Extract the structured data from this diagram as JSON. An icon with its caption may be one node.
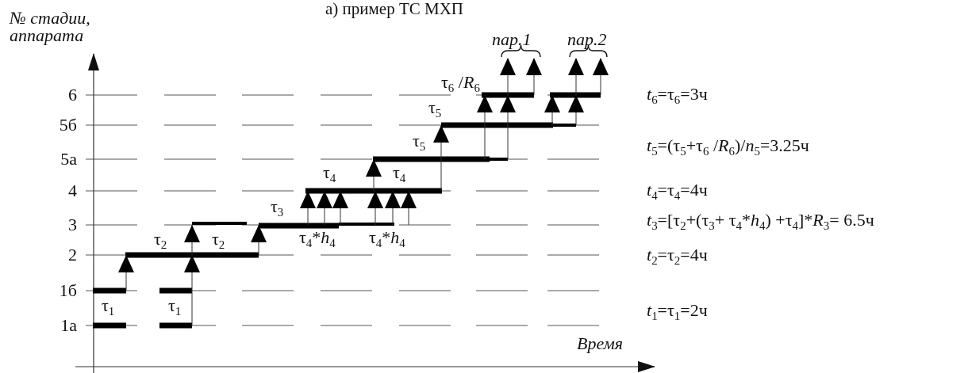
{
  "diagram": {
    "title": "а) пример ТС МХП",
    "labels": [
      "№ стадии, аппарата",
      "пар.1",
      "пар.2",
      "τ$_{6}$ /*R*$_{6}$",
      "6",
      "*t*$_{6}$=τ$_{6}$=3ч",
      "τ$_{5}$",
      "5б",
      "τ$_{5}$",
      "5а",
      "*t*$_{5}$=(τ$_{5}$+τ$_{6}$ /*R*$_{6}$)/*n*$_{5}$=3.25ч",
      "τ$_{4}$",
      "τ$_{4}$",
      "4",
      "*t*$_{4}$=τ$_{4}$=4ч",
      "τ$_{3}$",
      "3",
      "*t*$_{3}$=[τ$_{2}$+(τ$_{3}$+ τ$_{4}$*​*h*$_{4}$) +τ$_{4}$]*​*R*$_{3}$= 6.5ч",
      "τ$_{2}$",
      "τ$_{2}$",
      "2",
      "τ$_{4}$*​*h*$_{4}$",
      "τ$_{4}$*​*h*$_{4}$",
      "*t*$_{2}$=τ$_{2}$=4ч",
      "1б",
      "τ$_{1}$",
      "τ$_{1}$",
      "1а",
      "*t*$_{1}$=τ$_{1}$=2ч",
      "Время"
    ]
  }
}
